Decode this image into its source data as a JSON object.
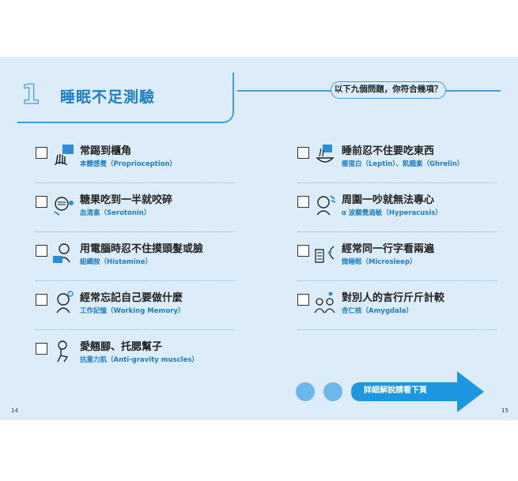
{
  "header": {
    "number": "1",
    "title": "睡眠不足測驗",
    "question": "以下九個問題，你符合幾項？"
  },
  "items": [
    {
      "title": "常踢到櫃角",
      "sub": "本體感覺（Proprioception）"
    },
    {
      "title": "糖果吃到一半就咬碎",
      "sub": "血清素（Serotonin）"
    },
    {
      "title": "用電腦時忍不住摸頭髮或臉",
      "sub": "組織胺（Histamine）"
    },
    {
      "title": "經常忘記自己要做什麼",
      "sub": "工作記憶（Working Memory）"
    },
    {
      "title": "愛翹腳、托腮幫子",
      "sub": "抗重力肌（Anti-gravity muscles）"
    },
    {
      "title": "睡前忍不住要吃東西",
      "sub": "瘦蛋白（Leptin）、飢餓素（Ghrelin）"
    },
    {
      "title": "周圍一吵就無法專心",
      "sub": "α 波聽覺過敏（Hyperacusis）"
    },
    {
      "title": "經常同一行字看兩遍",
      "sub": "微睡眠（Microsleep）"
    },
    {
      "title": "對別人的言行斤斤計較",
      "sub": "杏仁核（Amygdala）"
    }
  ],
  "footer": {
    "next_label": "詳細解說請看下頁",
    "page_left": "14",
    "page_right": "15"
  },
  "colors": {
    "background": "#dcecf8",
    "accent": "#3f9fdc",
    "title_blue": "#1f7fc4",
    "arrow": "#1e96e0"
  }
}
